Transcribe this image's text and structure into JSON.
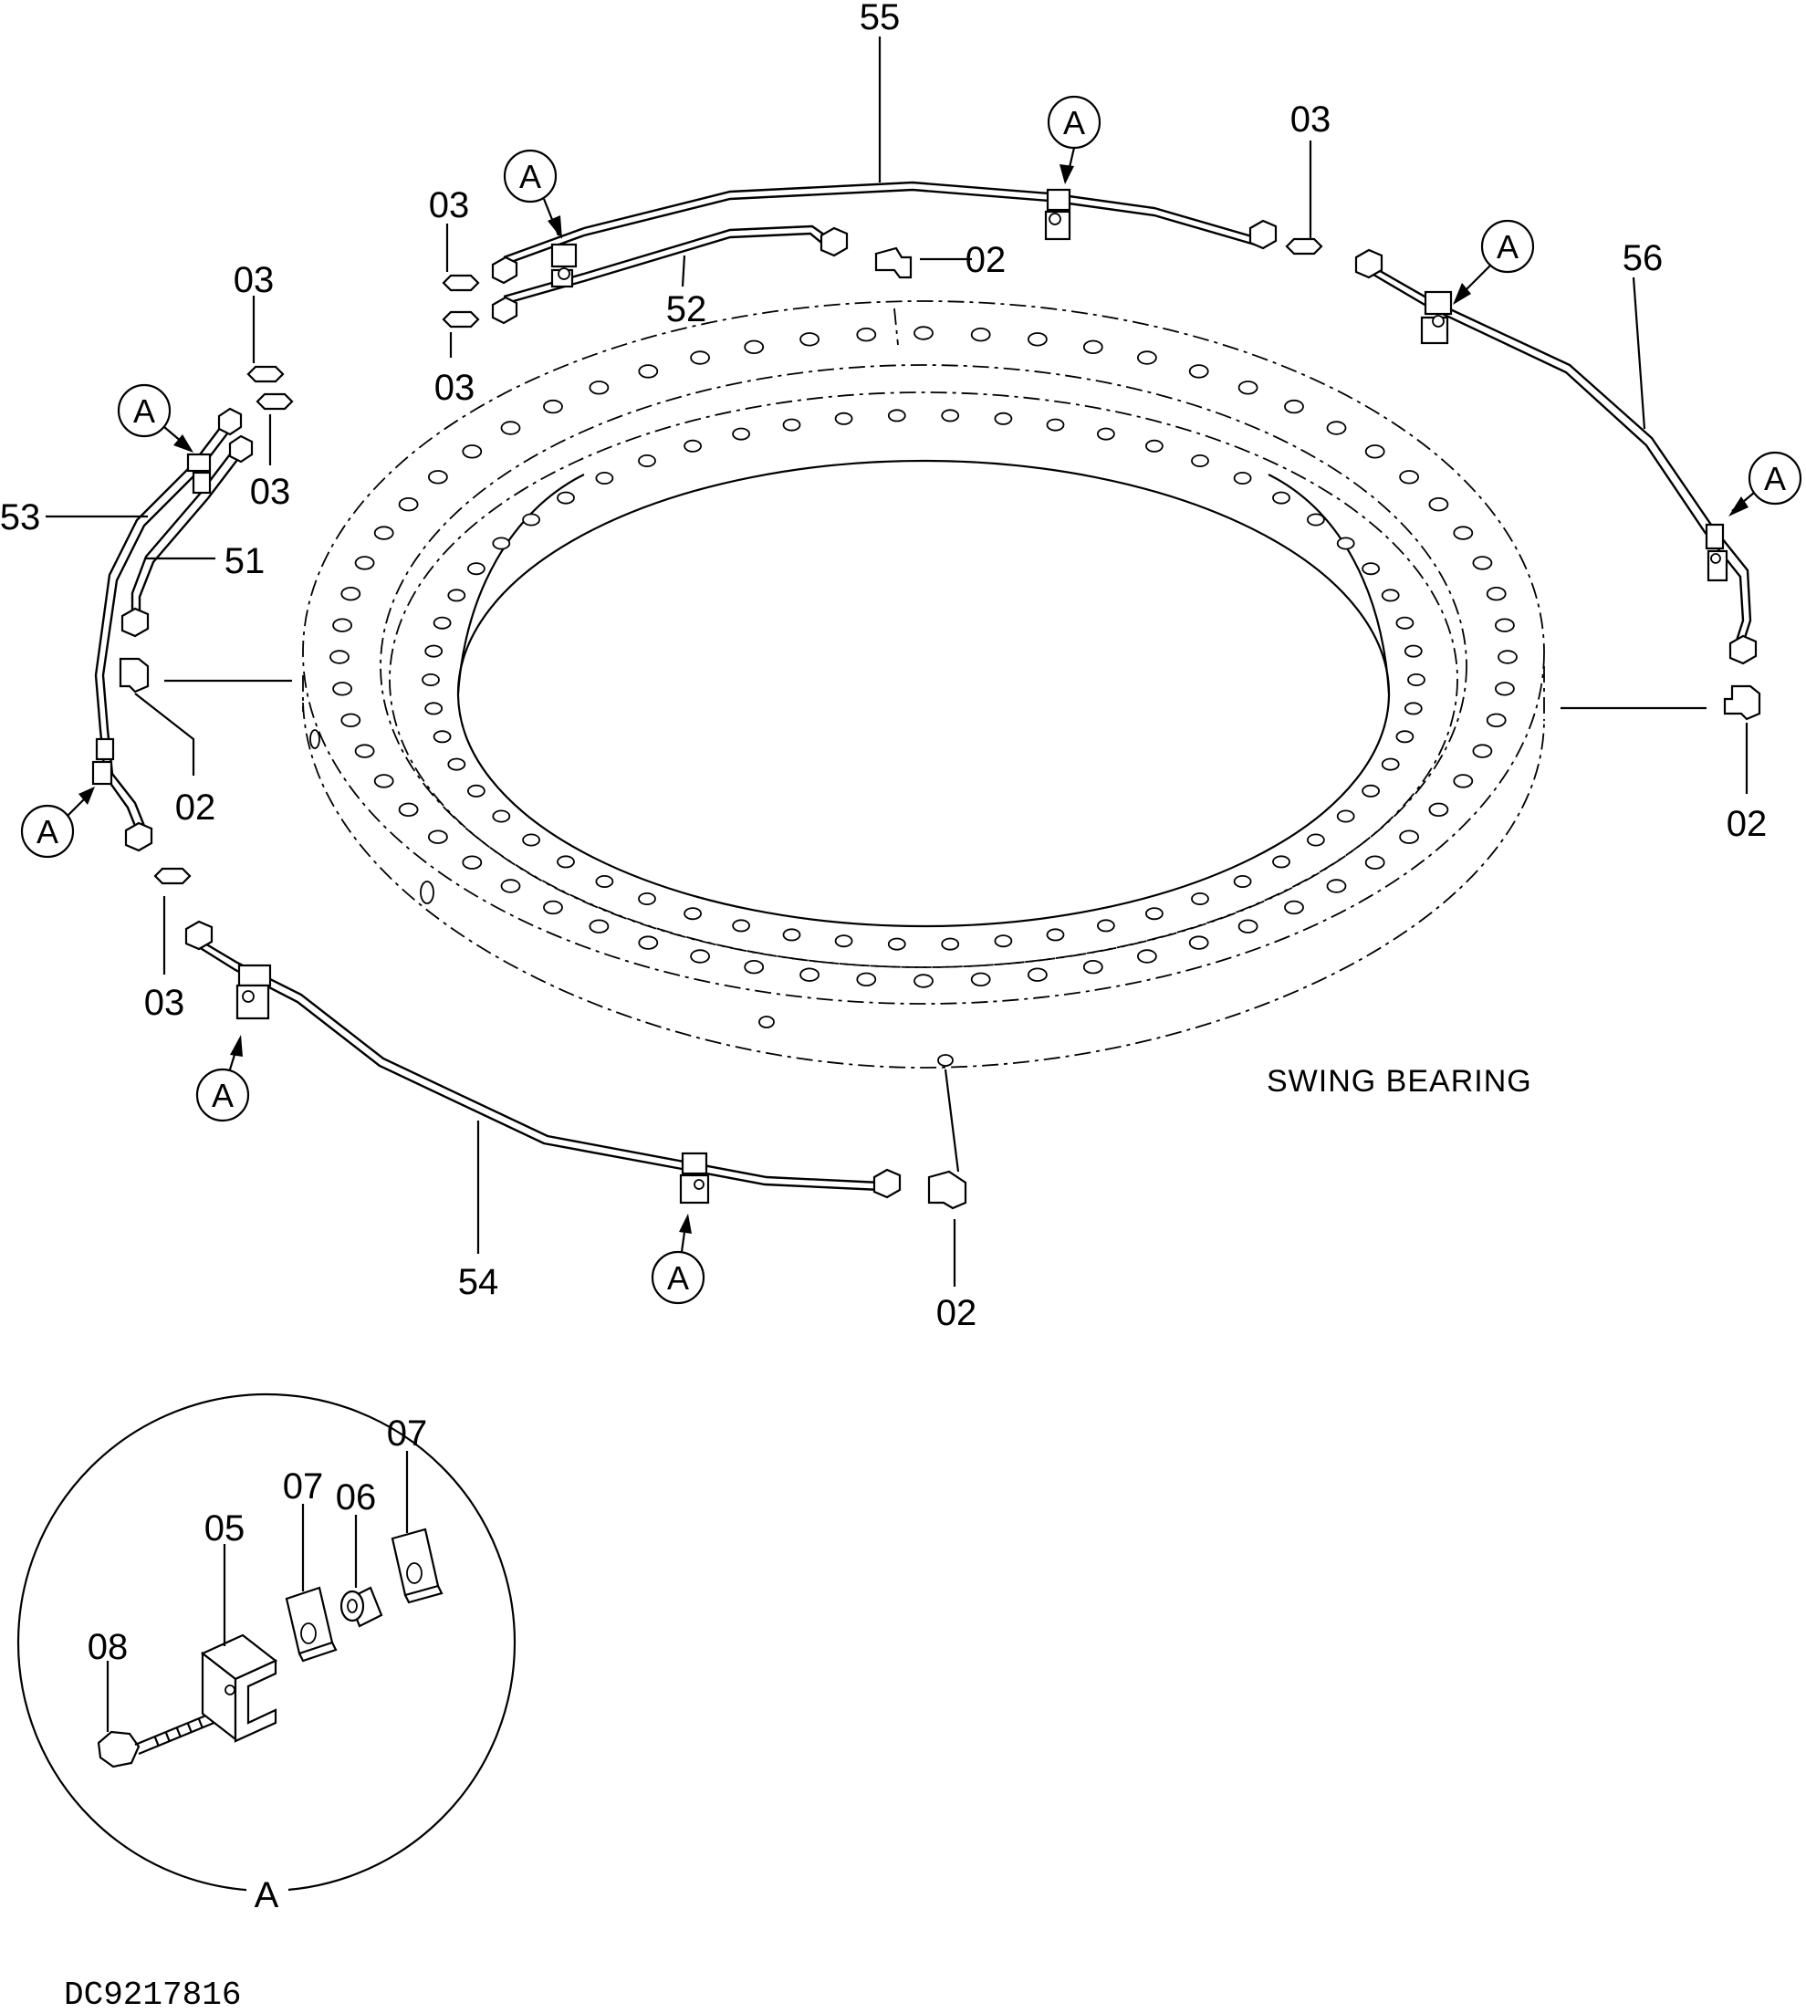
{
  "callouts": {
    "p55": "55",
    "p56": "56",
    "p52": "52",
    "p51": "51",
    "p53": "53",
    "p54": "54",
    "p03_top_right": "03",
    "p03_top_left_a": "03",
    "p03_top_left_b": "03",
    "p03_left_a": "03",
    "p03_left_b": "03",
    "p03_bottom_left": "03",
    "p02_top": "02",
    "p02_left": "02",
    "p02_right": "02",
    "p02_bottom": "02"
  },
  "detail_refs": {
    "a1": "A",
    "a2": "A",
    "a3": "A",
    "a4": "A",
    "a5": "A",
    "a6": "A",
    "a7": "A",
    "a8": "A"
  },
  "detail_view": {
    "title": "A",
    "parts": {
      "p05": "05",
      "p06": "06",
      "p07_a": "07",
      "p07_b": "07",
      "p08": "08"
    }
  },
  "caption": "SWING BEARING",
  "doc_id": "DC9217816"
}
